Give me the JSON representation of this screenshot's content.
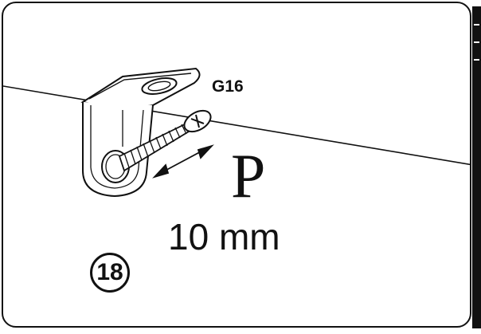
{
  "diagram": {
    "part_label": "G16",
    "dimension_letter": "P",
    "dimension_value": "10 mm",
    "step_number": "18"
  },
  "colors": {
    "line": "#111111",
    "background": "#ffffff"
  }
}
